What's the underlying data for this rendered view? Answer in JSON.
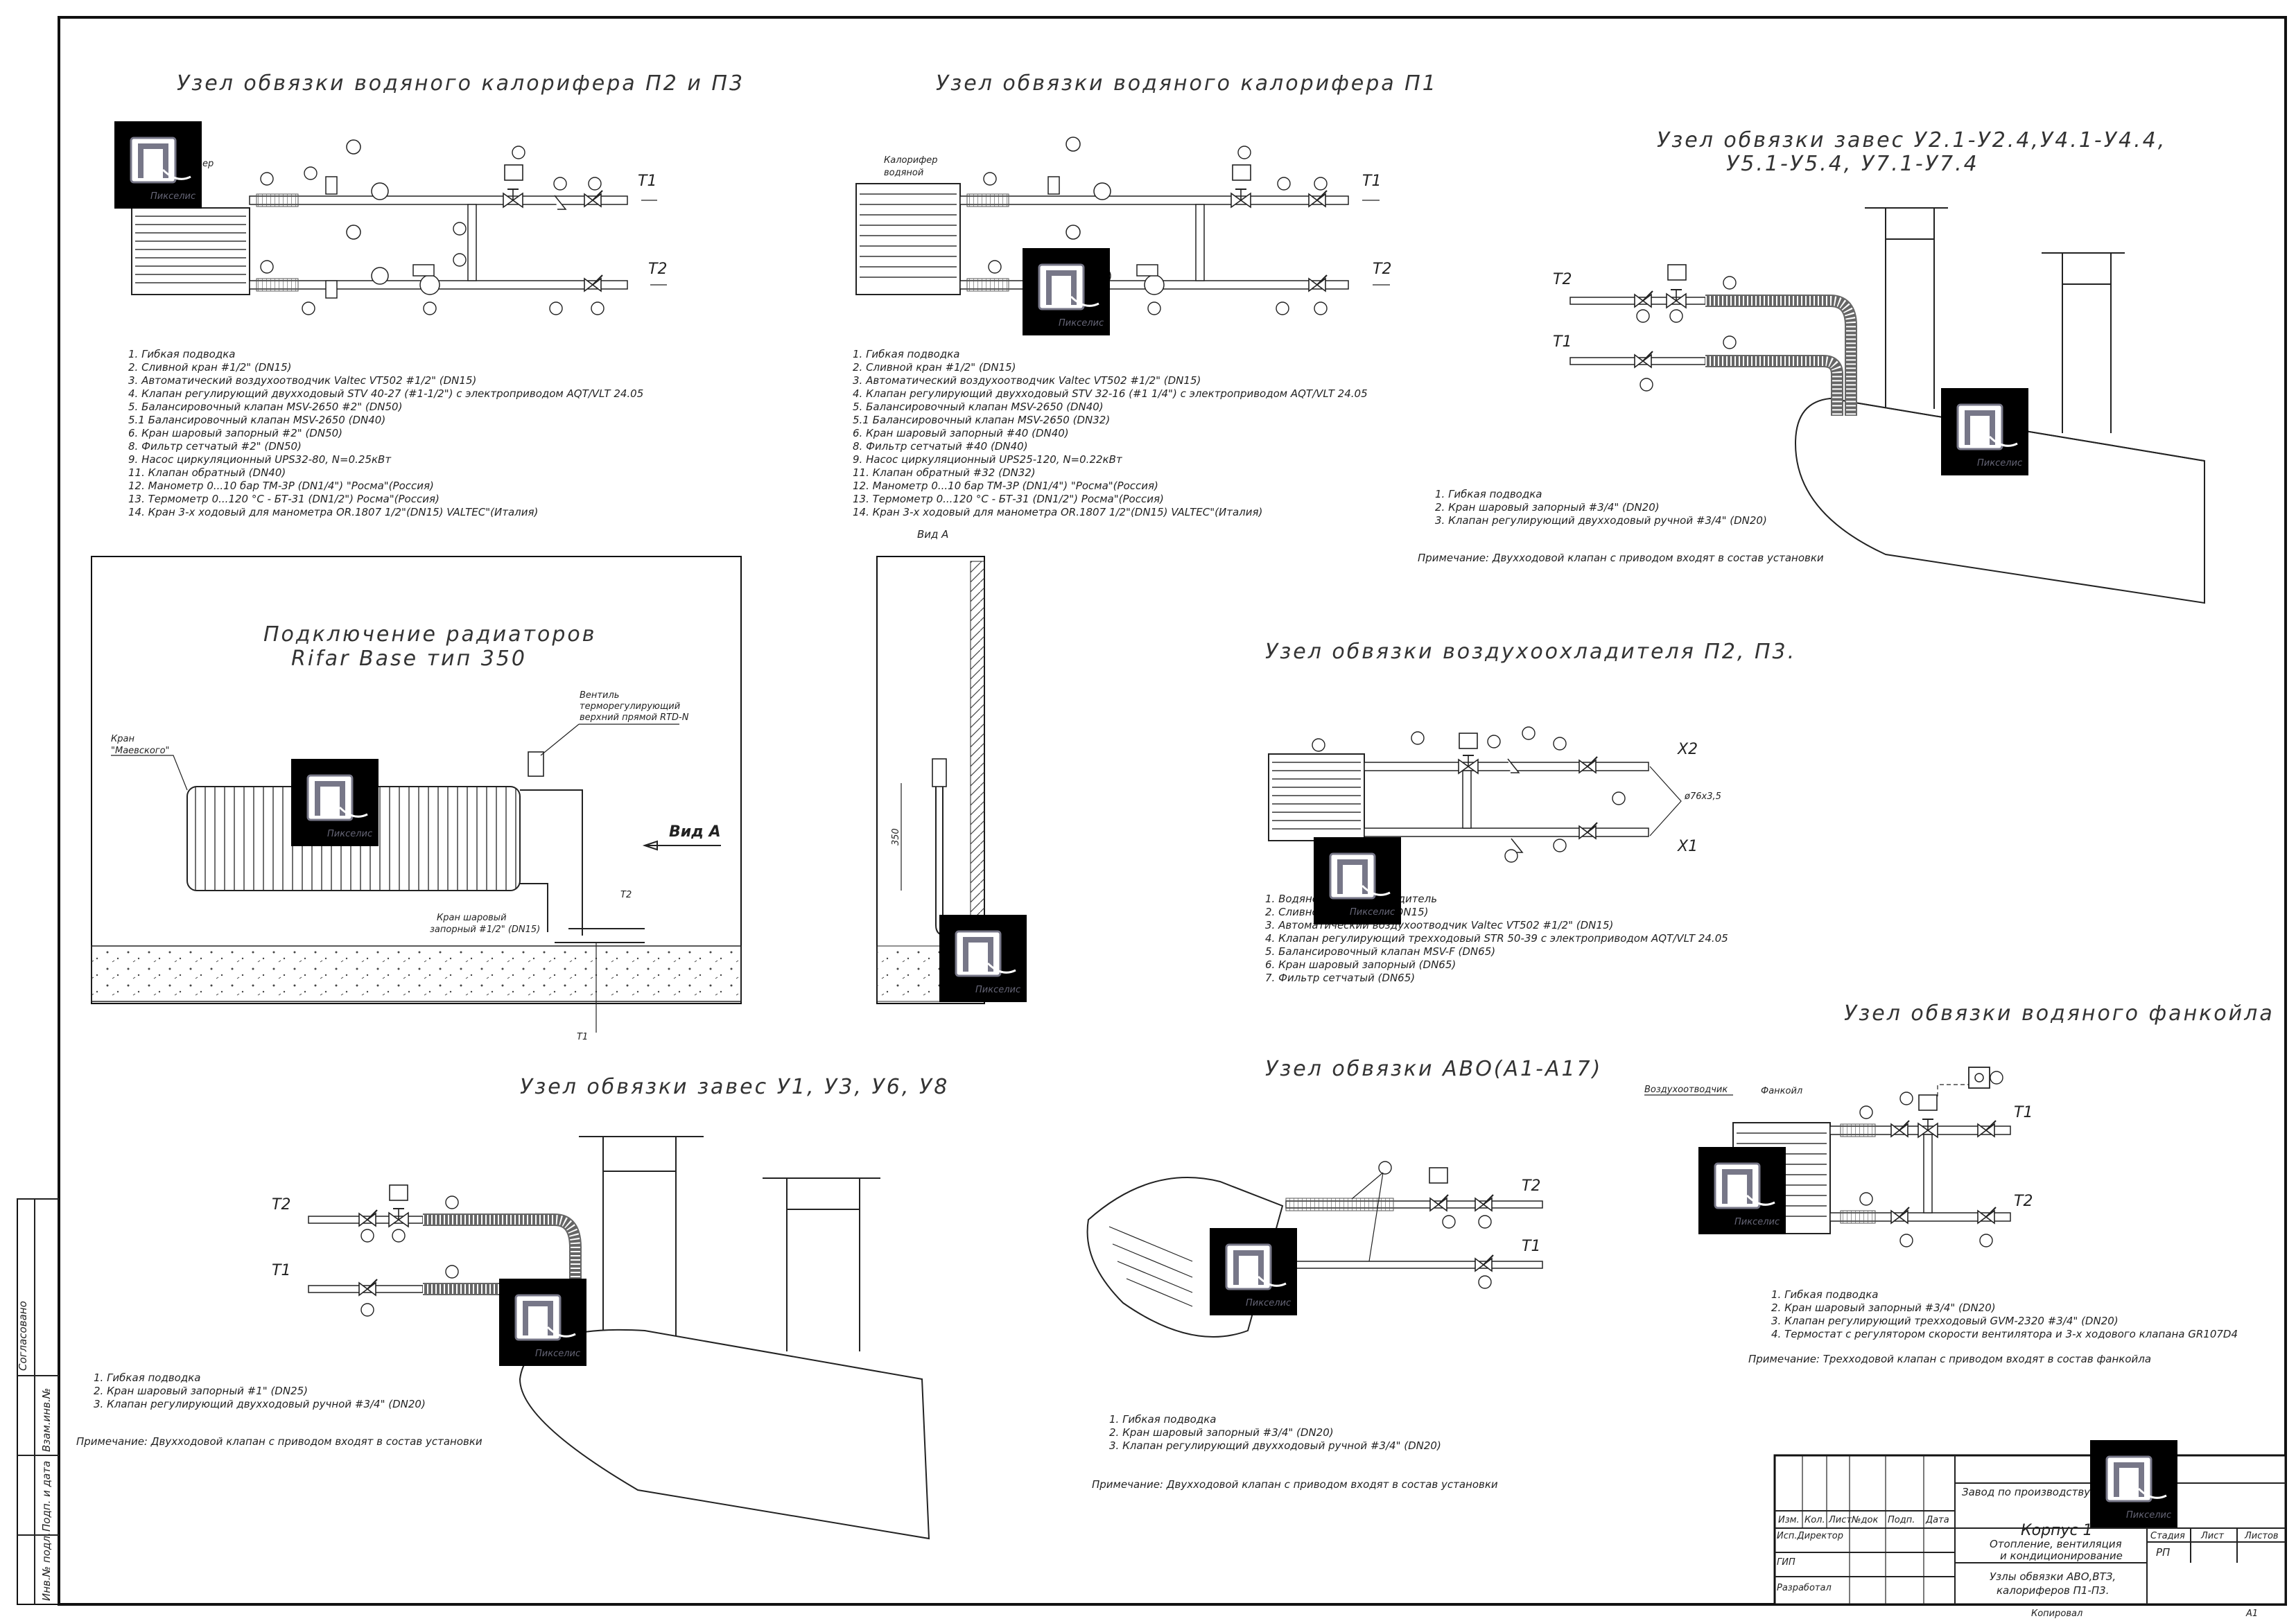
{
  "titles": {
    "p2p3": "Узел обвязки водяного калорифера П2 и П3",
    "p1": "Узел обвязки водяного калорифера П1",
    "curtains_u2": "Узел обвязки завес У2.1-У2.4,У4.1-У4.4,",
    "curtains_u2_line2": "У5.1-У5.4, У7.1-У7.4",
    "radiators": "Подключение радиаторов",
    "radiators_line2": "Rifar Base тип 350",
    "aircooler": "Узел обвязки воздухоохладителя П2, П3.",
    "fancoil": "Узел обвязки водяного фанкойла",
    "curtains_u1": "Узел обвязки завес У1, У3, У6, У8",
    "avo": "Узел обвязки АВО(А1-А17)"
  },
  "legend_p2p3": [
    "1. Гибкая подводка",
    "2. Сливной кран #1/2\" (DN15)",
    "3. Автоматический воздухоотводчик Valtec VT502 #1/2\" (DN15)",
    "4. Клапан регулирующий двухходовый STV 40-27 (#1-1/2\") с электроприводом AQT/VLT 24.05",
    "5. Балансировочный клапан MSV-2650 #2\" (DN50)",
    "5.1 Балансировочный клапан MSV-2650 (DN40)",
    "6. Кран шаровый запорный #2\" (DN50)",
    "8. Фильтр сетчатый #2\" (DN50)",
    "9. Насос циркуляционный UPS32-80, N=0.25кВт",
    "11. Клапан обратный (DN40)",
    "12. Манометр   0...10 бар ТМ-3Р (DN1/4\") \"Росма\"(Россия)",
    "13. Термометр  0...120 °С - БТ-31 (DN1/2\") Росма\"(Россия)",
    "14. Кран 3-х ходовый для манометра OR.1807 1/2\"(DN15) VALTEC\"(Италия)"
  ],
  "legend_p1": [
    "1. Гибкая подводка",
    "2. Сливной кран #1/2\" (DN15)",
    "3. Автоматический воздухоотводчик Valtec VT502 #1/2\" (DN15)",
    "4. Клапан регулирующий двухходовый STV 32-16 (#1 1/4\") с электроприводом AQT/VLT 24.05",
    "5. Балансировочный клапан MSV-2650 (DN40)",
    "5.1 Балансировочный клапан MSV-2650 (DN32)",
    "6. Кран шаровый запорный #40 (DN40)",
    "8. Фильтр сетчатый #40 (DN40)",
    "9. Насос циркуляционный UPS25-120, N=0.22кВт",
    "11. Клапан обратный #32 (DN32)",
    "12. Манометр   0...10 бар ТМ-3Р (DN1/4\") \"Росма\"(Россия)",
    "13. Термометр  0...120 °С - БТ-31 (DN1/2\") Росма\"(Россия)",
    "14. Кран 3-х ходовый для манометра OR.1807 1/2\"(DN15) VALTEC\"(Италия)"
  ],
  "legend_u2": [
    "1. Гибкая подводка",
    "2. Кран шаровый запорный #3/4\" (DN20)",
    "3. Клапан регулирующий двухходовый ручной #3/4\" (DN20)"
  ],
  "note_u2": "Примечание: Двухходовой клапан с приводом входят в состав установки",
  "legend_aircooler": [
    "1. Водяной воздухоохладитель",
    "2. Сливной кран #1/2\" (DN15)",
    "3. Автоматический воздухоотводчик Valtec VT502 #1/2\" (DN15)",
    "4. Клапан регулирующий трехходовый STR 50-39 с электроприводом AQT/VLT 24.05",
    "5. Балансировочный клапан MSV-F (DN65)",
    "6. Кран шаровый запорный (DN65)",
    "7. Фильтр сетчатый (DN65)"
  ],
  "legend_fancoil": [
    "1. Гибкая подводка",
    "2. Кран шаровый запорный #3/4\" (DN20)",
    "3. Клапан регулирующий трехходовый GVM-2320 #3/4\" (DN20)",
    "4. Термостат с регулятором скорости вентилятора и 3-х ходового клапана GR107D4"
  ],
  "note_fancoil": "Примечание: Трехходовой клапан с приводом входят в состав фанкойла",
  "legend_u1": [
    "1. Гибкая подводка",
    "2. Кран шаровый запорный #1\" (DN25)",
    "3. Клапан регулирующий двухходовый ручной #3/4\" (DN20)"
  ],
  "note_u1": "Примечание: Двухходовой клапан с приводом входят в состав установки",
  "legend_avo": [
    "1. Гибкая подводка",
    "2. Кран шаровый запорный #3/4\" (DN20)",
    "3. Клапан регулирующий двухходовый ручной #3/4\" (DN20)"
  ],
  "note_avo": "Примечание: Двухходовой клапан с приводом входят в состав установки",
  "labels": {
    "kalorifer": "Калорифер",
    "vodyanoy": "водяной",
    "t1": "Т1",
    "t2": "Т2",
    "x1": "Х1",
    "x2": "Х2",
    "vid_a": "Вид А",
    "vid_a_big": "Вид А",
    "mayevsky_1": "Кран",
    "mayevsky_2": "\"Маевского\"",
    "ventil_1": "Вентиль",
    "ventil_2": "терморегулирующий",
    "ventil_3": "верхний прямой RTD-N",
    "kran_1": "Кран шаровый",
    "kran_2": "запорный #1/2\" (DN15)",
    "dim_350": "350",
    "pipe_size": "ø76x3,5",
    "vozduhootvodchik": "Воздухоотводчик",
    "fankoil": "Фанкойл",
    "ser": "ер"
  },
  "side_stamp": {
    "soglasovano": "Согласовано",
    "vzam": "Взам.инв.№",
    "podp": "Подп. и дата",
    "inv": "Инв.№ подл."
  },
  "title_block": {
    "client": "Завод по производству",
    "cols": [
      "Изм.",
      "Кол.",
      "Лист",
      "№док",
      "Подп.",
      "Дата"
    ],
    "roles": [
      "Исп.Директор",
      "ГИП",
      "Разработал"
    ],
    "building": "Корпус 1",
    "section_1": "Отопление, вентиляция",
    "section_2": "и кондиционирование",
    "sheet_title_1": "Узлы обвязки АВО,ВТЗ,",
    "sheet_title_2": "калориферов П1-П3.",
    "stage_label": "Стадия",
    "sheet_label": "Лист",
    "sheets_label": "Листов",
    "stage": "РП",
    "copied": "Копировал",
    "format": "А1"
  }
}
